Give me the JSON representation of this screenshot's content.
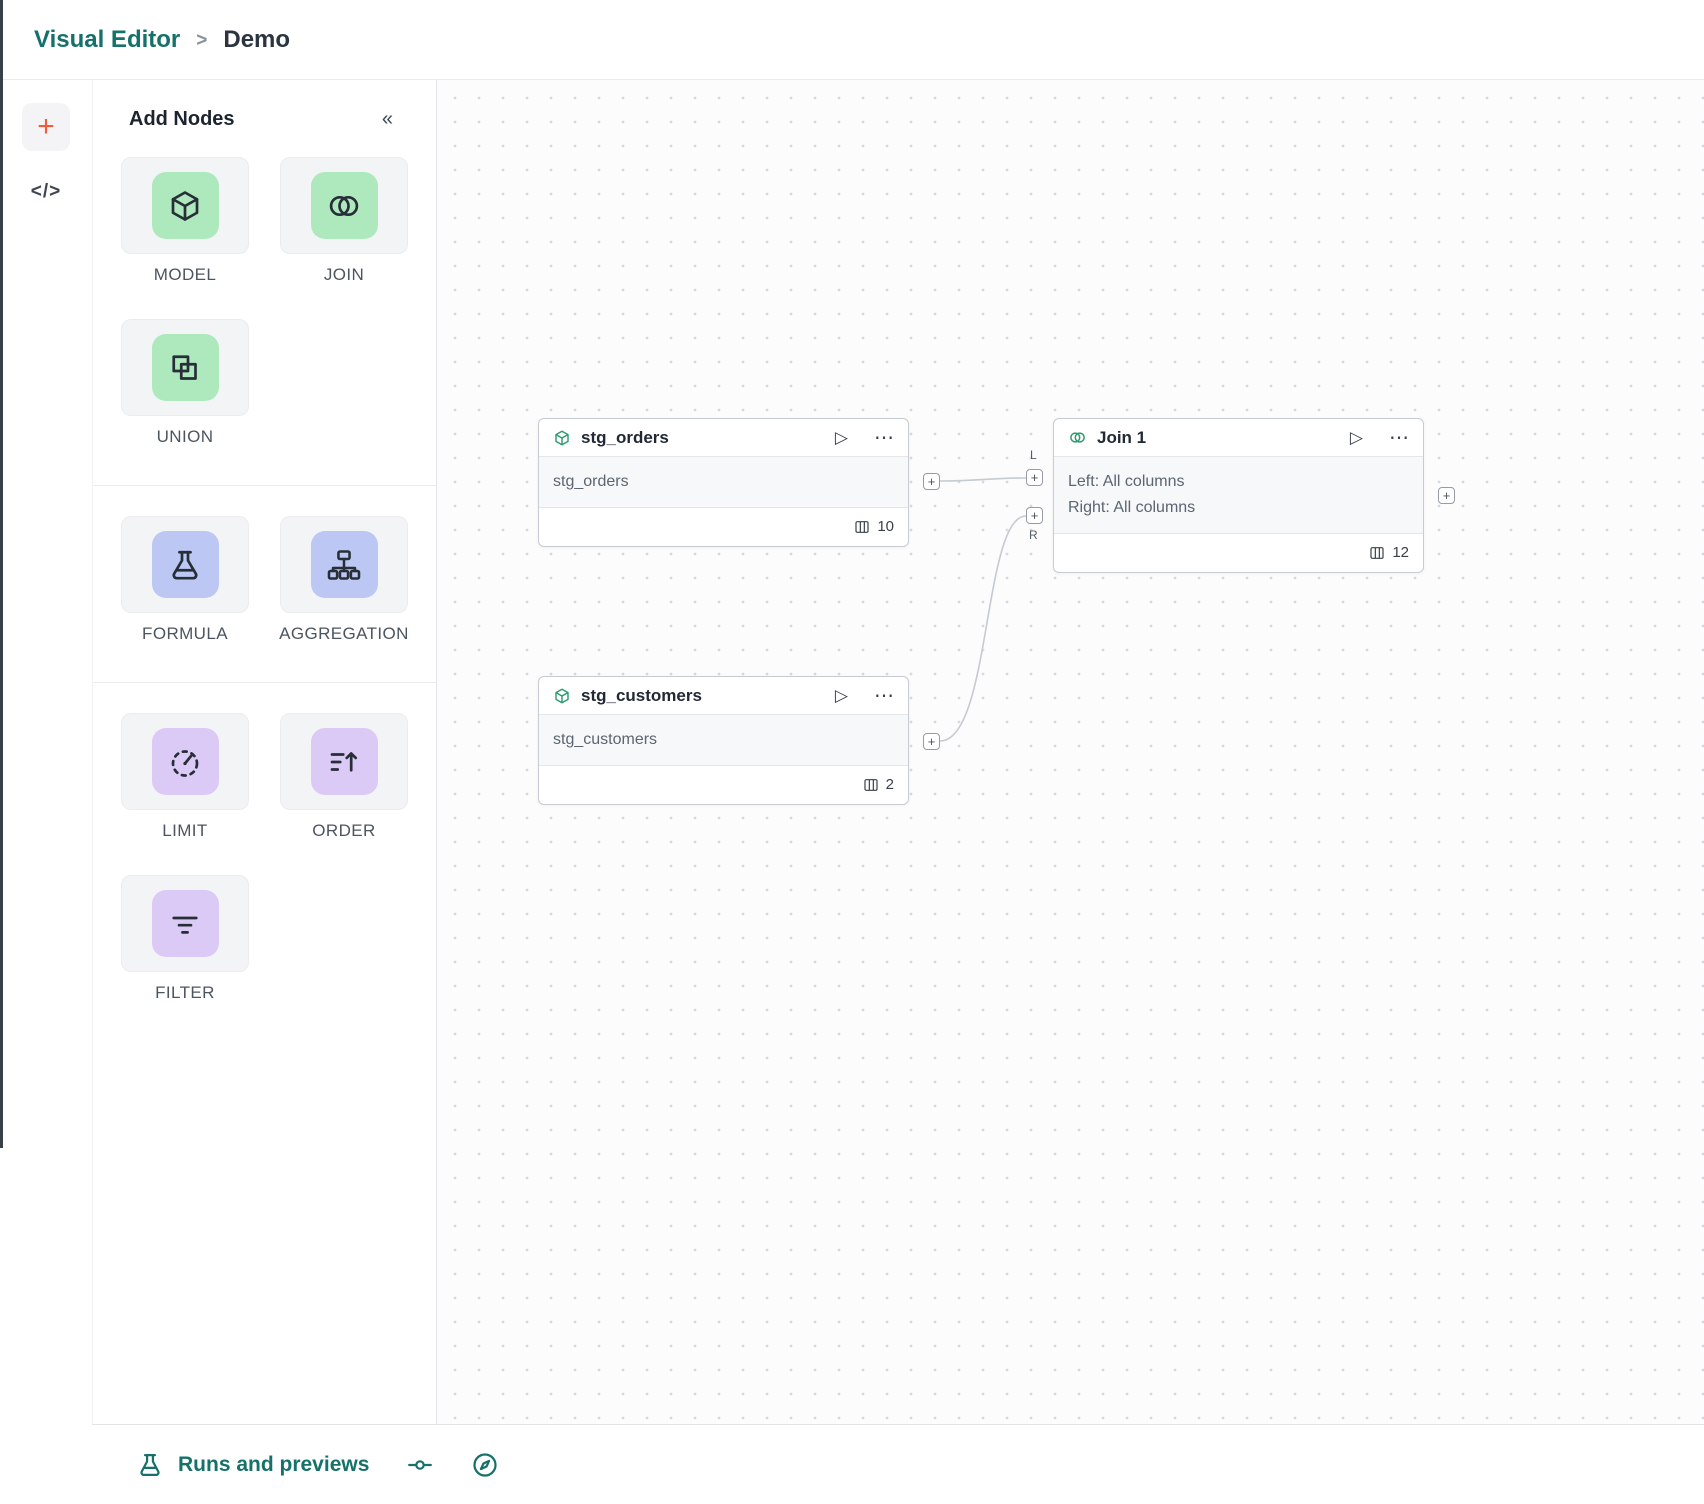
{
  "colors": {
    "accent_teal": "#15716a",
    "accent_orange": "#f05b3c",
    "tile_green": "#aee9bd",
    "tile_indigo": "#bcc7f3",
    "tile_purple": "#dccaf6"
  },
  "header": {
    "breadcrumb_root": "Visual Editor",
    "separator": ">",
    "breadcrumb_current": "Demo"
  },
  "toolbar": {
    "add_icon": "+",
    "code_icon": "</>"
  },
  "panel": {
    "title": "Add Nodes",
    "collapse_icon": "«",
    "items": [
      {
        "label": "MODEL"
      },
      {
        "label": "JOIN"
      },
      {
        "label": "UNION"
      },
      {
        "label": "FORMULA"
      },
      {
        "label": "AGGREGATION"
      },
      {
        "label": "LIMIT"
      },
      {
        "label": "ORDER"
      },
      {
        "label": "FILTER"
      }
    ]
  },
  "icons": {
    "play": "▷",
    "ellipsis": "⋯",
    "plus": "+"
  },
  "canvas": {
    "nodes": [
      {
        "title": "stg_orders",
        "body": "stg_orders",
        "columns": "10"
      },
      {
        "title": "stg_customers",
        "body": "stg_customers",
        "columns": "2"
      },
      {
        "title": "Join 1",
        "body_line_1": "Left: All columns",
        "body_line_2": "Right: All columns",
        "columns": "12",
        "left_port_label": "L",
        "right_port_label": "R"
      }
    ]
  },
  "footer": {
    "runs_label": "Runs and previews"
  }
}
